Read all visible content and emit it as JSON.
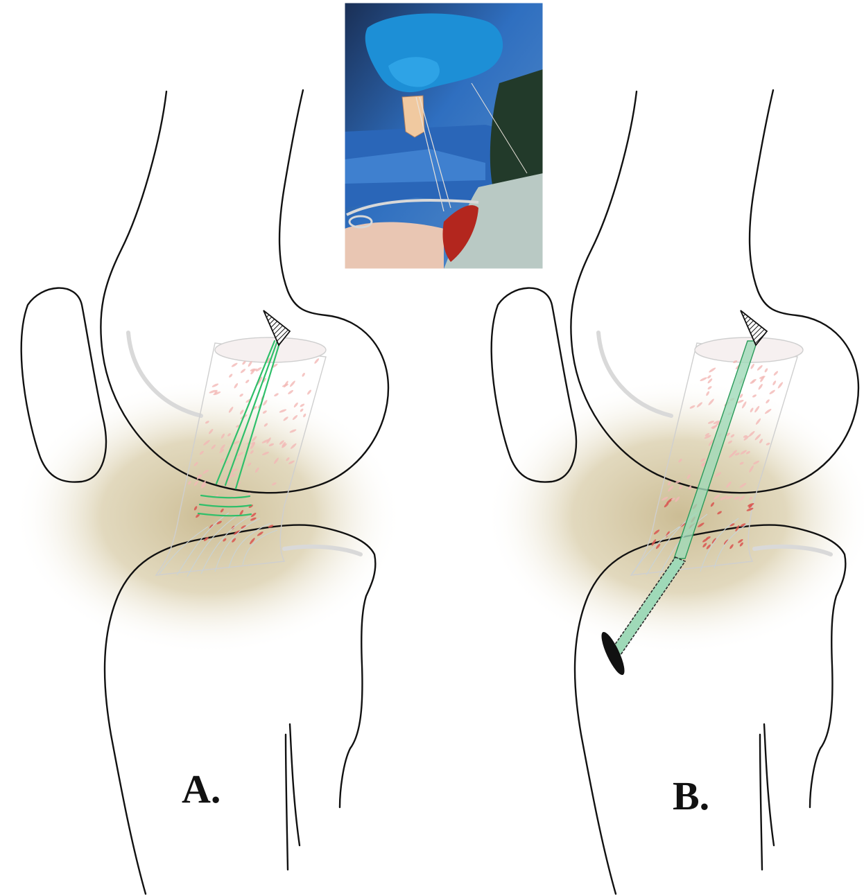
{
  "panels": [
    {
      "id": "A",
      "label": "A."
    },
    {
      "id": "B",
      "label": "B."
    }
  ],
  "colors": {
    "outline": "#111111",
    "joint_shading": "#c9b98f",
    "graft_cell_red": "#d9534f",
    "graft_cell_pink": "#f2b8b5",
    "suture_green": "#2fbf6a",
    "tunnel_fill": "#9fd9b8",
    "photo_drape_blue": "#2f6fc0",
    "photo_glove_blue": "#1d8fd6"
  },
  "inset_photo": {
    "description_icon": "intraoperative-photo"
  }
}
